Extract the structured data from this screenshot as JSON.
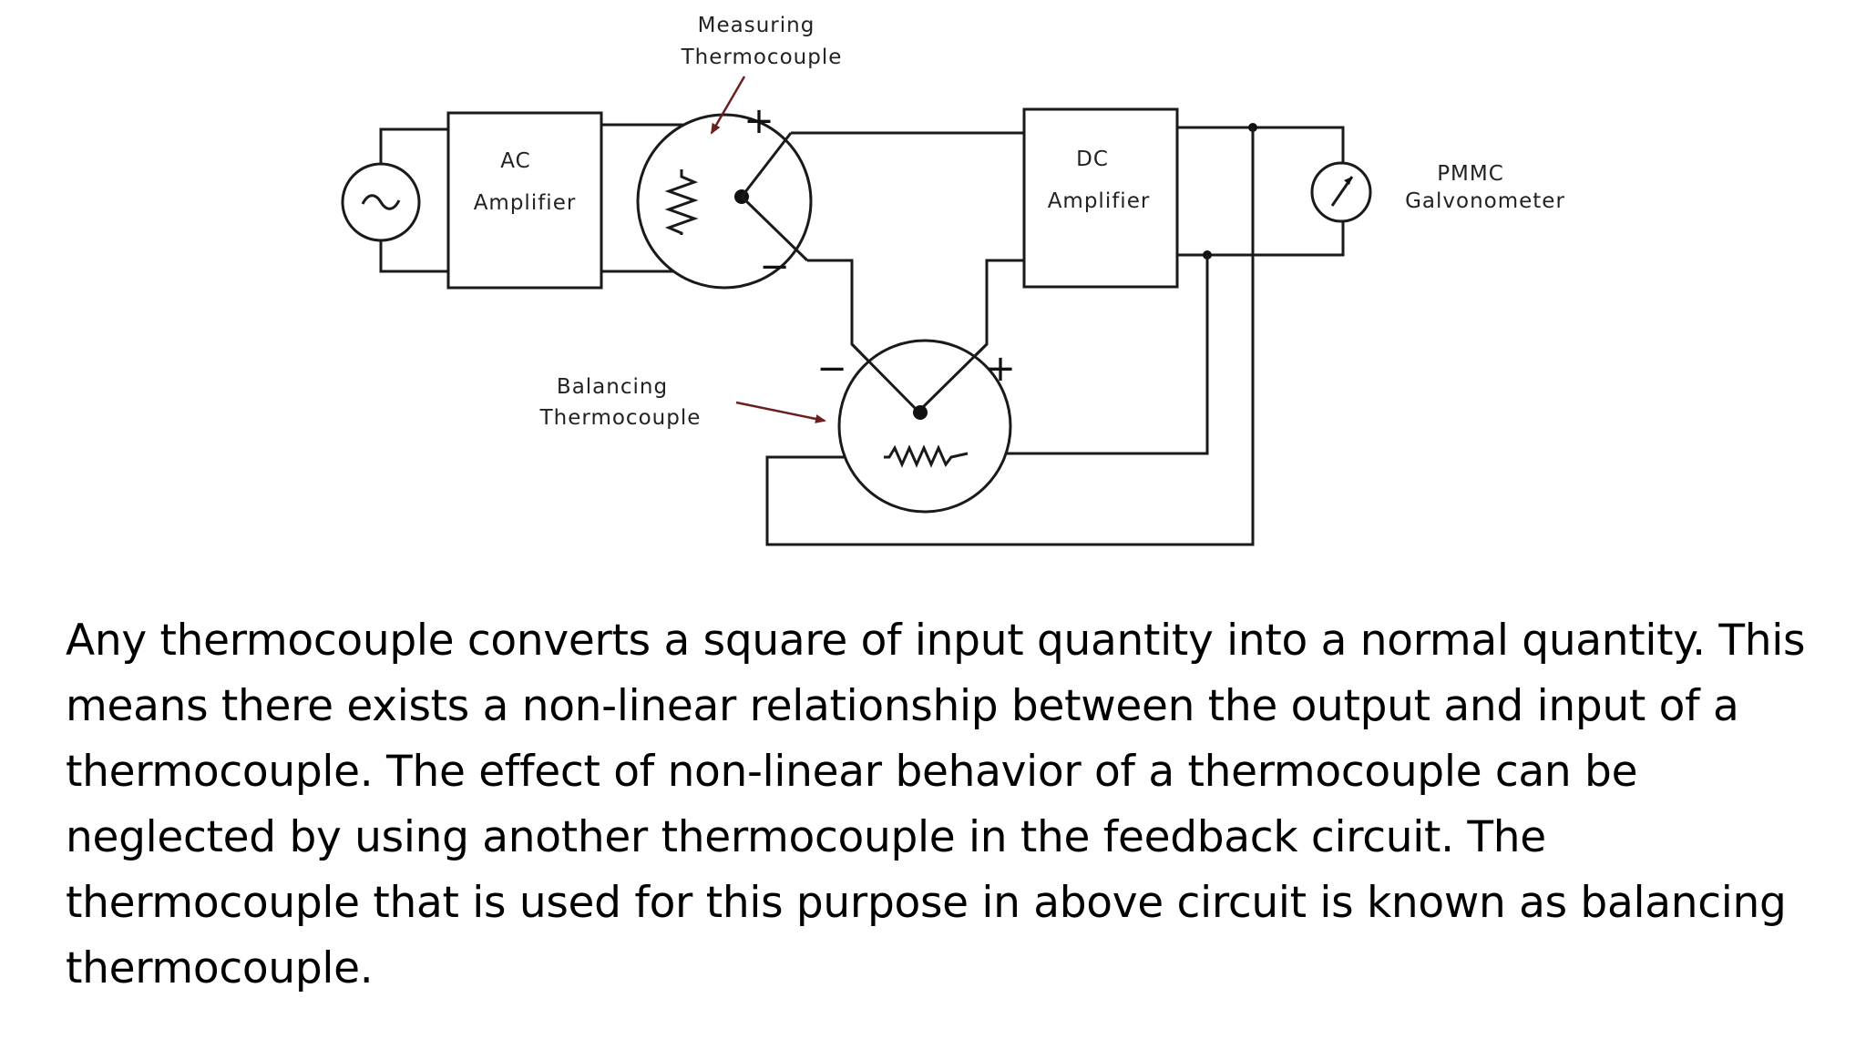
{
  "diagram": {
    "labels": {
      "measuring_line1": "Measuring",
      "measuring_line2": "Thermocouple",
      "ac_line1": "AC",
      "ac_line2": "Amplifier",
      "dc_line1": "DC",
      "dc_line2": "Amplifier",
      "pmmc_line1": "PMMC",
      "pmmc_line2": "Galvonometer",
      "balancing_line1": "Balancing",
      "balancing_line2": "Thermocouple",
      "plus": "+",
      "minus": "−"
    }
  },
  "description": "Any thermocouple converts a square of input quantity into a normal quantity. This means there exists a non-linear relationship between the output and input of a thermocouple. The effect of non-linear behavior of a thermocouple can be neglected by using another thermocouple in the feedback circuit. The thermocouple that is used for this purpose in above circuit is known as balancing thermocouple."
}
